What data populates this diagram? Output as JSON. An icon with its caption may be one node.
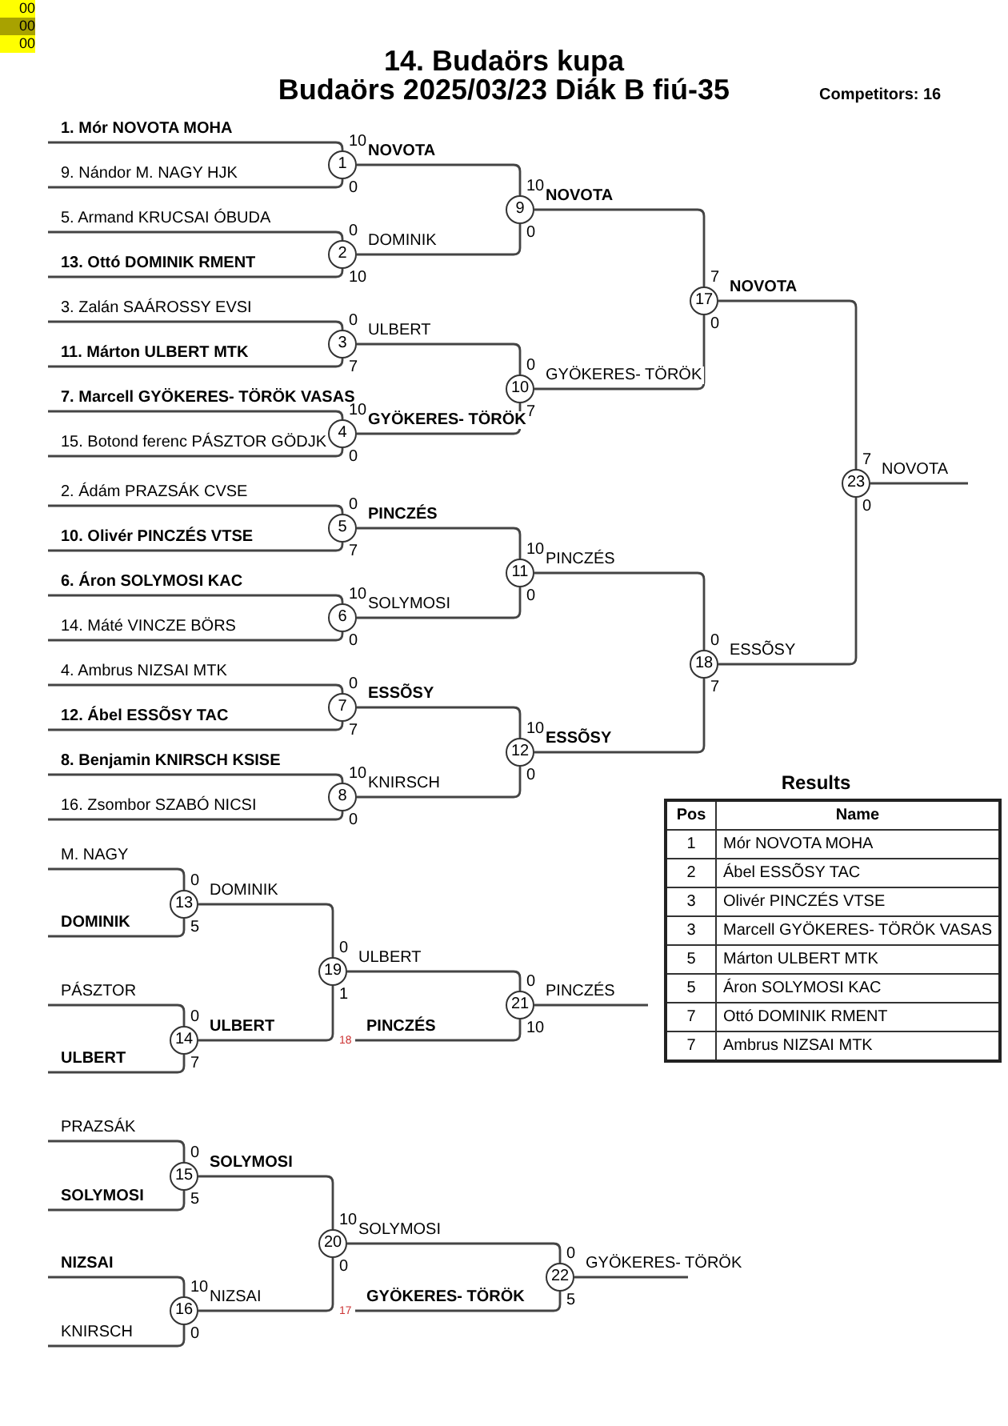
{
  "diagram": {
    "title": "14. Budaörs kupa",
    "nodes": [
      {
        "text": [
          "1. Mór NOVOTA MOHA"
        ]
      },
      {
        "text": [
          "9. Nándor M. NAGY HJK"
        ]
      },
      {
        "text": [
          "5. Armand KRUCSAI ÓBUDA"
        ]
      },
      {
        "text": [
          "13. Ottó DOMINIK RMENT"
        ]
      },
      {
        "text": [
          "3. Zalán SAÁROSSY EVSI"
        ]
      },
      {
        "text": [
          "11. Márton ULBERT MTK"
        ]
      },
      {
        "text": [
          "7. Marcell GYÖKERES- TÖRÖK VASAS"
        ]
      },
      {
        "text": [
          "15. Botond ferenc PÁSZTOR GÖDJK"
        ]
      },
      {
        "text": [
          "2. Ádám PRAZSÁK CVSE"
        ]
      },
      {
        "text": [
          "10. Olivér PINCZÉS VTSE"
        ]
      },
      {
        "text": [
          "6. Áron SOLYMOSI KAC"
        ]
      },
      {
        "text": [
          "14. Máté VINCZE BÖRS"
        ]
      },
      {
        "text": [
          "4. Ambrus NIZSAI MTK"
        ]
      },
      {
        "text": [
          "12. Ábel ESSÕSY TAC"
        ]
      },
      {
        "text": [
          "8. Benjamin KNIRSCH KSISE"
        ]
      },
      {
        "text": [
          "16. Zsombor SZABÓ NICSI"
        ]
      },
      {
        "text": [
          "1"
        ],
        "beside": [
          "10",
          "0"
        ]
      },
      {
        "text": [
          "2"
        ],
        "beside": [
          "0",
          "10"
        ]
      },
      {
        "text": [
          "3"
        ],
        "beside": [
          "0",
          "7"
        ]
      },
      {
        "text": [
          "4"
        ],
        "beside": [
          "10",
          "0"
        ]
      },
      {
        "text": [
          "5"
        ],
        "beside": [
          "0",
          "7"
        ]
      },
      {
        "text": [
          "6"
        ],
        "beside": [
          "10",
          "0"
        ]
      },
      {
        "text": [
          "7"
        ],
        "beside": [
          "0",
          "7"
        ]
      },
      {
        "text": [
          "8"
        ],
        "beside": [
          "10",
          "0"
        ]
      },
      {
        "text": [
          "9"
        ],
        "beside": [
          "10",
          "0"
        ]
      },
      {
        "text": [
          "10"
        ],
        "beside": [
          "0",
          "7"
        ]
      },
      {
        "text": [
          "11"
        ],
        "beside": [
          "10",
          "0"
        ]
      },
      {
        "text": [
          "12"
        ],
        "beside": [
          "10",
          "0"
        ]
      },
      {
        "text": [
          "13"
        ],
        "beside": [
          "0",
          "5"
        ]
      },
      {
        "text": [
          "14"
        ],
        "beside": [
          "0",
          "7"
        ]
      },
      {
        "text": [
          "15"
        ],
        "beside": [
          "0",
          "5"
        ]
      },
      {
        "text": [
          "16"
        ],
        "beside": [
          "10",
          "0"
        ]
      },
      {
        "text": [
          "17"
        ],
        "beside": [
          "7",
          "0"
        ]
      },
      {
        "text": [
          "18"
        ],
        "beside": [
          "0",
          "7"
        ]
      },
      {
        "text": [
          "19"
        ],
        "beside": [
          "0",
          "1"
        ]
      },
      {
        "text": [
          "20"
        ],
        "beside": [
          "10",
          "0"
        ]
      },
      {
        "text": [
          "21"
        ],
        "beside": [
          "0",
          "10"
        ]
      },
      {
        "text": [
          "22"
        ],
        "beside": [
          "0",
          "5"
        ]
      },
      {
        "text": [
          "23"
        ],
        "beside": [
          "7",
          "0"
        ]
      },
      {
        "text": [
          "M. NAGY"
        ]
      },
      {
        "text": [
          "DOMINIK"
        ]
      },
      {
        "text": [
          "PÁSZTOR"
        ]
      },
      {
        "text": [
          "ULBERT"
        ]
      },
      {
        "text": [
          "PRAZSÁK"
        ]
      },
      {
        "text": [
          "SOLYMOSI"
        ]
      },
      {
        "text": [
          "NIZSAI"
        ]
      },
      {
        "text": [
          "KNIRSCH"
        ]
      },
      {
        "text": [
          "18"
        ]
      },
      {
        "text": [
          "17"
        ]
      }
    ],
    "edges": [
      {
        "from": 0,
        "to": 16,
        "arrow": "none"
      },
      {
        "from": 1,
        "to": 16,
        "arrow": "none"
      },
      {
        "from": 2,
        "to": 17,
        "arrow": "none"
      },
      {
        "from": 3,
        "to": 17,
        "arrow": "none"
      },
      {
        "from": 4,
        "to": 18,
        "arrow": "none"
      },
      {
        "from": 5,
        "to": 18,
        "arrow": "none"
      },
      {
        "from": 6,
        "to": 19,
        "arrow": "none"
      },
      {
        "from": 7,
        "to": 19,
        "arrow": "none"
      },
      {
        "from": 8,
        "to": 20,
        "arrow": "none"
      },
      {
        "from": 9,
        "to": 20,
        "arrow": "none"
      },
      {
        "from": 10,
        "to": 21,
        "arrow": "none"
      },
      {
        "from": 11,
        "to": 21,
        "arrow": "none"
      },
      {
        "from": 12,
        "to": 22,
        "arrow": "none"
      },
      {
        "from": 13,
        "to": 22,
        "arrow": "none"
      },
      {
        "from": 14,
        "to": 23,
        "arrow": "none"
      },
      {
        "from": 15,
        "to": 23,
        "arrow": "none"
      },
      {
        "from": 16,
        "to": 24,
        "arrow": "none",
        "label": "NOVOTA"
      },
      {
        "from": 17,
        "to": 24,
        "arrow": "none",
        "label": "DOMINIK"
      },
      {
        "from": 18,
        "to": 25,
        "arrow": "none",
        "label": "ULBERT"
      },
      {
        "from": 19,
        "to": 25,
        "arrow": "none",
        "label": "GYÖKERES- TÖRÖK"
      },
      {
        "from": 20,
        "to": 26,
        "arrow": "none",
        "label": "PINCZÉS"
      },
      {
        "from": 21,
        "to": 26,
        "arrow": "none",
        "label": "SOLYMOSI"
      },
      {
        "from": 22,
        "to": 27,
        "arrow": "none",
        "label": "ESSÕSY"
      },
      {
        "from": 23,
        "to": 27,
        "arrow": "none",
        "label": "KNIRSCH"
      },
      {
        "from": 24,
        "to": 32,
        "arrow": "none",
        "label": "NOVOTA"
      },
      {
        "from": 25,
        "to": 32,
        "arrow": "none",
        "label": "GYÖKERES- TÖRÖK"
      },
      {
        "from": 26,
        "to": 33,
        "arrow": "none",
        "label": "PINCZÉS"
      },
      {
        "from": 27,
        "to": 33,
        "arrow": "none",
        "label": "ESSÕSY"
      },
      {
        "from": 32,
        "to": 38,
        "arrow": "none",
        "label": "NOVOTA"
      },
      {
        "from": 33,
        "to": 38,
        "arrow": "none",
        "label": "ESSÕSY"
      },
      {
        "from": 38,
        "to": null,
        "arrow": "none",
        "label": "NOVOTA"
      },
      {
        "from": 39,
        "to": 28,
        "arrow": "none"
      },
      {
        "from": 40,
        "to": 28,
        "arrow": "none"
      },
      {
        "from": 41,
        "to": 29,
        "arrow": "none"
      },
      {
        "from": 42,
        "to": 29,
        "arrow": "none"
      },
      {
        "from": 28,
        "to": 34,
        "arrow": "none",
        "label": "DOMINIK"
      },
      {
        "from": 29,
        "to": 34,
        "arrow": "none",
        "label": "ULBERT"
      },
      {
        "from": 34,
        "to": 36,
        "arrow": "none",
        "label": "ULBERT"
      },
      {
        "from": 47,
        "to": 36,
        "arrow": "none",
        "label": "PINCZÉS"
      },
      {
        "from": 36,
        "to": null,
        "arrow": "none",
        "label": "PINCZÉS"
      },
      {
        "from": 43,
        "to": 30,
        "arrow": "none"
      },
      {
        "from": 44,
        "to": 30,
        "arrow": "none"
      },
      {
        "from": 45,
        "to": 31,
        "arrow": "none"
      },
      {
        "from": 46,
        "to": 31,
        "arrow": "none"
      },
      {
        "from": 30,
        "to": 35,
        "arrow": "none",
        "label": "SOLYMOSI"
      },
      {
        "from": 31,
        "to": 35,
        "arrow": "none",
        "label": "NIZSAI"
      },
      {
        "from": 35,
        "to": 37,
        "arrow": "none",
        "label": "SOLYMOSI"
      },
      {
        "from": 48,
        "to": 37,
        "arrow": "none",
        "label": "GYÖKERES- TÖRÖK"
      },
      {
        "from": 37,
        "to": null,
        "arrow": "none",
        "label": "GYÖKERES- TÖRÖK"
      }
    ],
    "labels": [
      "00",
      "00",
      "00",
      "Budaörs 2025/03/23 Diák B fiú-35",
      "Competitors: 16",
      "Results",
      "Pos",
      "Name",
      "1",
      "Mór NOVOTA MOHA",
      "2",
      "Ábel ESSÕSY TAC",
      "3",
      "Olivér PINCZÉS VTSE",
      "3",
      "Marcell GYÖKERES- TÖRÖK VASAS",
      "5",
      "Márton ULBERT MTK",
      "5",
      "Áron SOLYMOSI KAC",
      "7",
      "Ottó DOMINIK RMENT",
      "7",
      "Ambrus NIZSAI MTK"
    ]
  }
}
